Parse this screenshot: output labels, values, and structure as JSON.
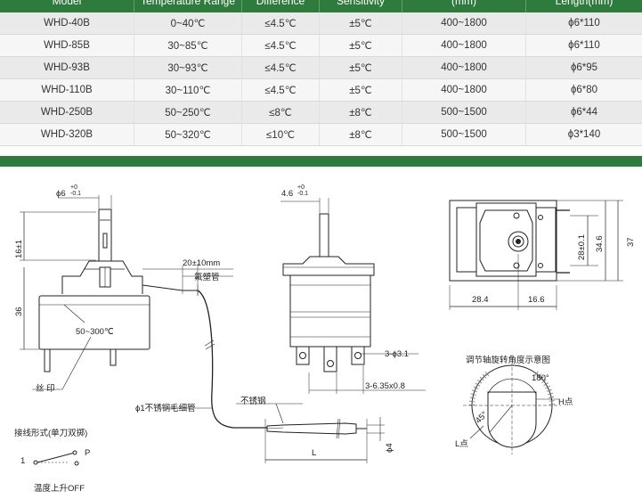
{
  "table": {
    "headers": [
      "Model",
      "Temperature Range",
      "Difference",
      "Sensitivity",
      "(mm)",
      "Length(mm)"
    ],
    "rows": [
      [
        "WHD-40B",
        "0~40℃",
        "≤4.5℃",
        "±5℃",
        "400~1800",
        "ϕ6*110"
      ],
      [
        "WHD-85B",
        "30~85℃",
        "≤4.5℃",
        "±5℃",
        "400~1800",
        "ϕ6*110"
      ],
      [
        "WHD-93B",
        "30~93℃",
        "≤4.5℃",
        "±5℃",
        "400~1800",
        "ϕ6*95"
      ],
      [
        "WHD-110B",
        "30~110℃",
        "≤4.5℃",
        "±5℃",
        "400~1800",
        "ϕ6*80"
      ],
      [
        "WHD-250B",
        "50~250℃",
        "≤8℃",
        "±8℃",
        "500~1500",
        "ϕ6*44"
      ],
      [
        "WHD-320B",
        "50~320℃",
        "≤10℃",
        "±8℃",
        "500~1500",
        "ϕ3*140"
      ]
    ]
  },
  "diagram": {
    "shaft_dia": "ϕ6",
    "shaft_tol_top": "+0",
    "shaft_tol_bottom": "-0.1",
    "shaft_height": "16±1",
    "body_height": "36",
    "temp_label": "50~300℃",
    "silk_print": "丝 印",
    "pvc_tube_length": "20±10mm",
    "pvc_tube": "氟塑管",
    "capillary": "ϕ1不锈钢毛细管",
    "stainless": "不锈钢",
    "flat_width": "4.6",
    "flat_tol_top": "+0",
    "flat_tol_bottom": "-0.1",
    "mount_holes": "3-ϕ3.1",
    "terminals": "3-6.35x0.8",
    "bulb_dia": "ϕ4",
    "bulb_length": "L",
    "dim_28_4": "28.4",
    "dim_16_6": "16.6",
    "dim_28": "28±0.1",
    "dim_34_6": "34.6",
    "dim_37": "37",
    "rotation_title": "调节轴旋转角度示意图",
    "angle_180": "180°",
    "angle_45": "45°",
    "h_point": "H点",
    "l_point": "L点",
    "wiring_title": "接线形式(单刀双掷)",
    "wiring_1": "1",
    "wiring_p": "P",
    "wiring_note": "温度上升OFF"
  }
}
